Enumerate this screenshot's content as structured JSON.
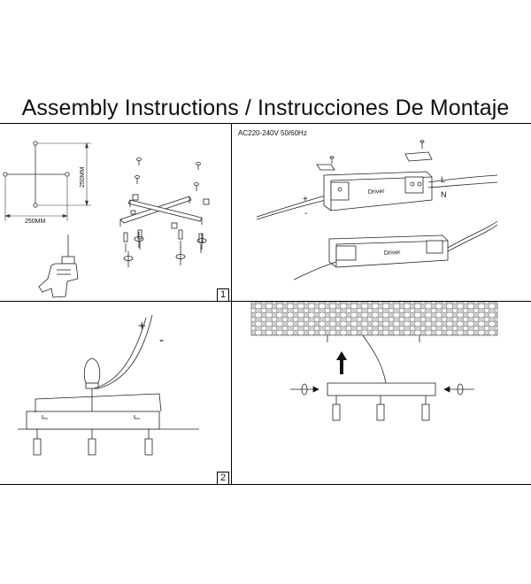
{
  "title": "Assembly Instructions / Instrucciones De Montaje",
  "panel1": {
    "dim_vertical": "250MM",
    "dim_horizontal": "250MM",
    "step_number": "1"
  },
  "panel2": {
    "supply_label": "AC220-240V 50/60Hz",
    "driver_label_top": "Driver",
    "driver_label_bottom": "Driver",
    "plus_sign": "+",
    "minus_sign": "-",
    "live_label": "L",
    "neutral_label": "N"
  },
  "panel3": {
    "plus_sign": "+",
    "minus_sign": "-",
    "step_number": "2"
  },
  "colors": {
    "line": "#111111",
    "grid": "#000000",
    "ceiling_fill": "#d8d8d8"
  }
}
